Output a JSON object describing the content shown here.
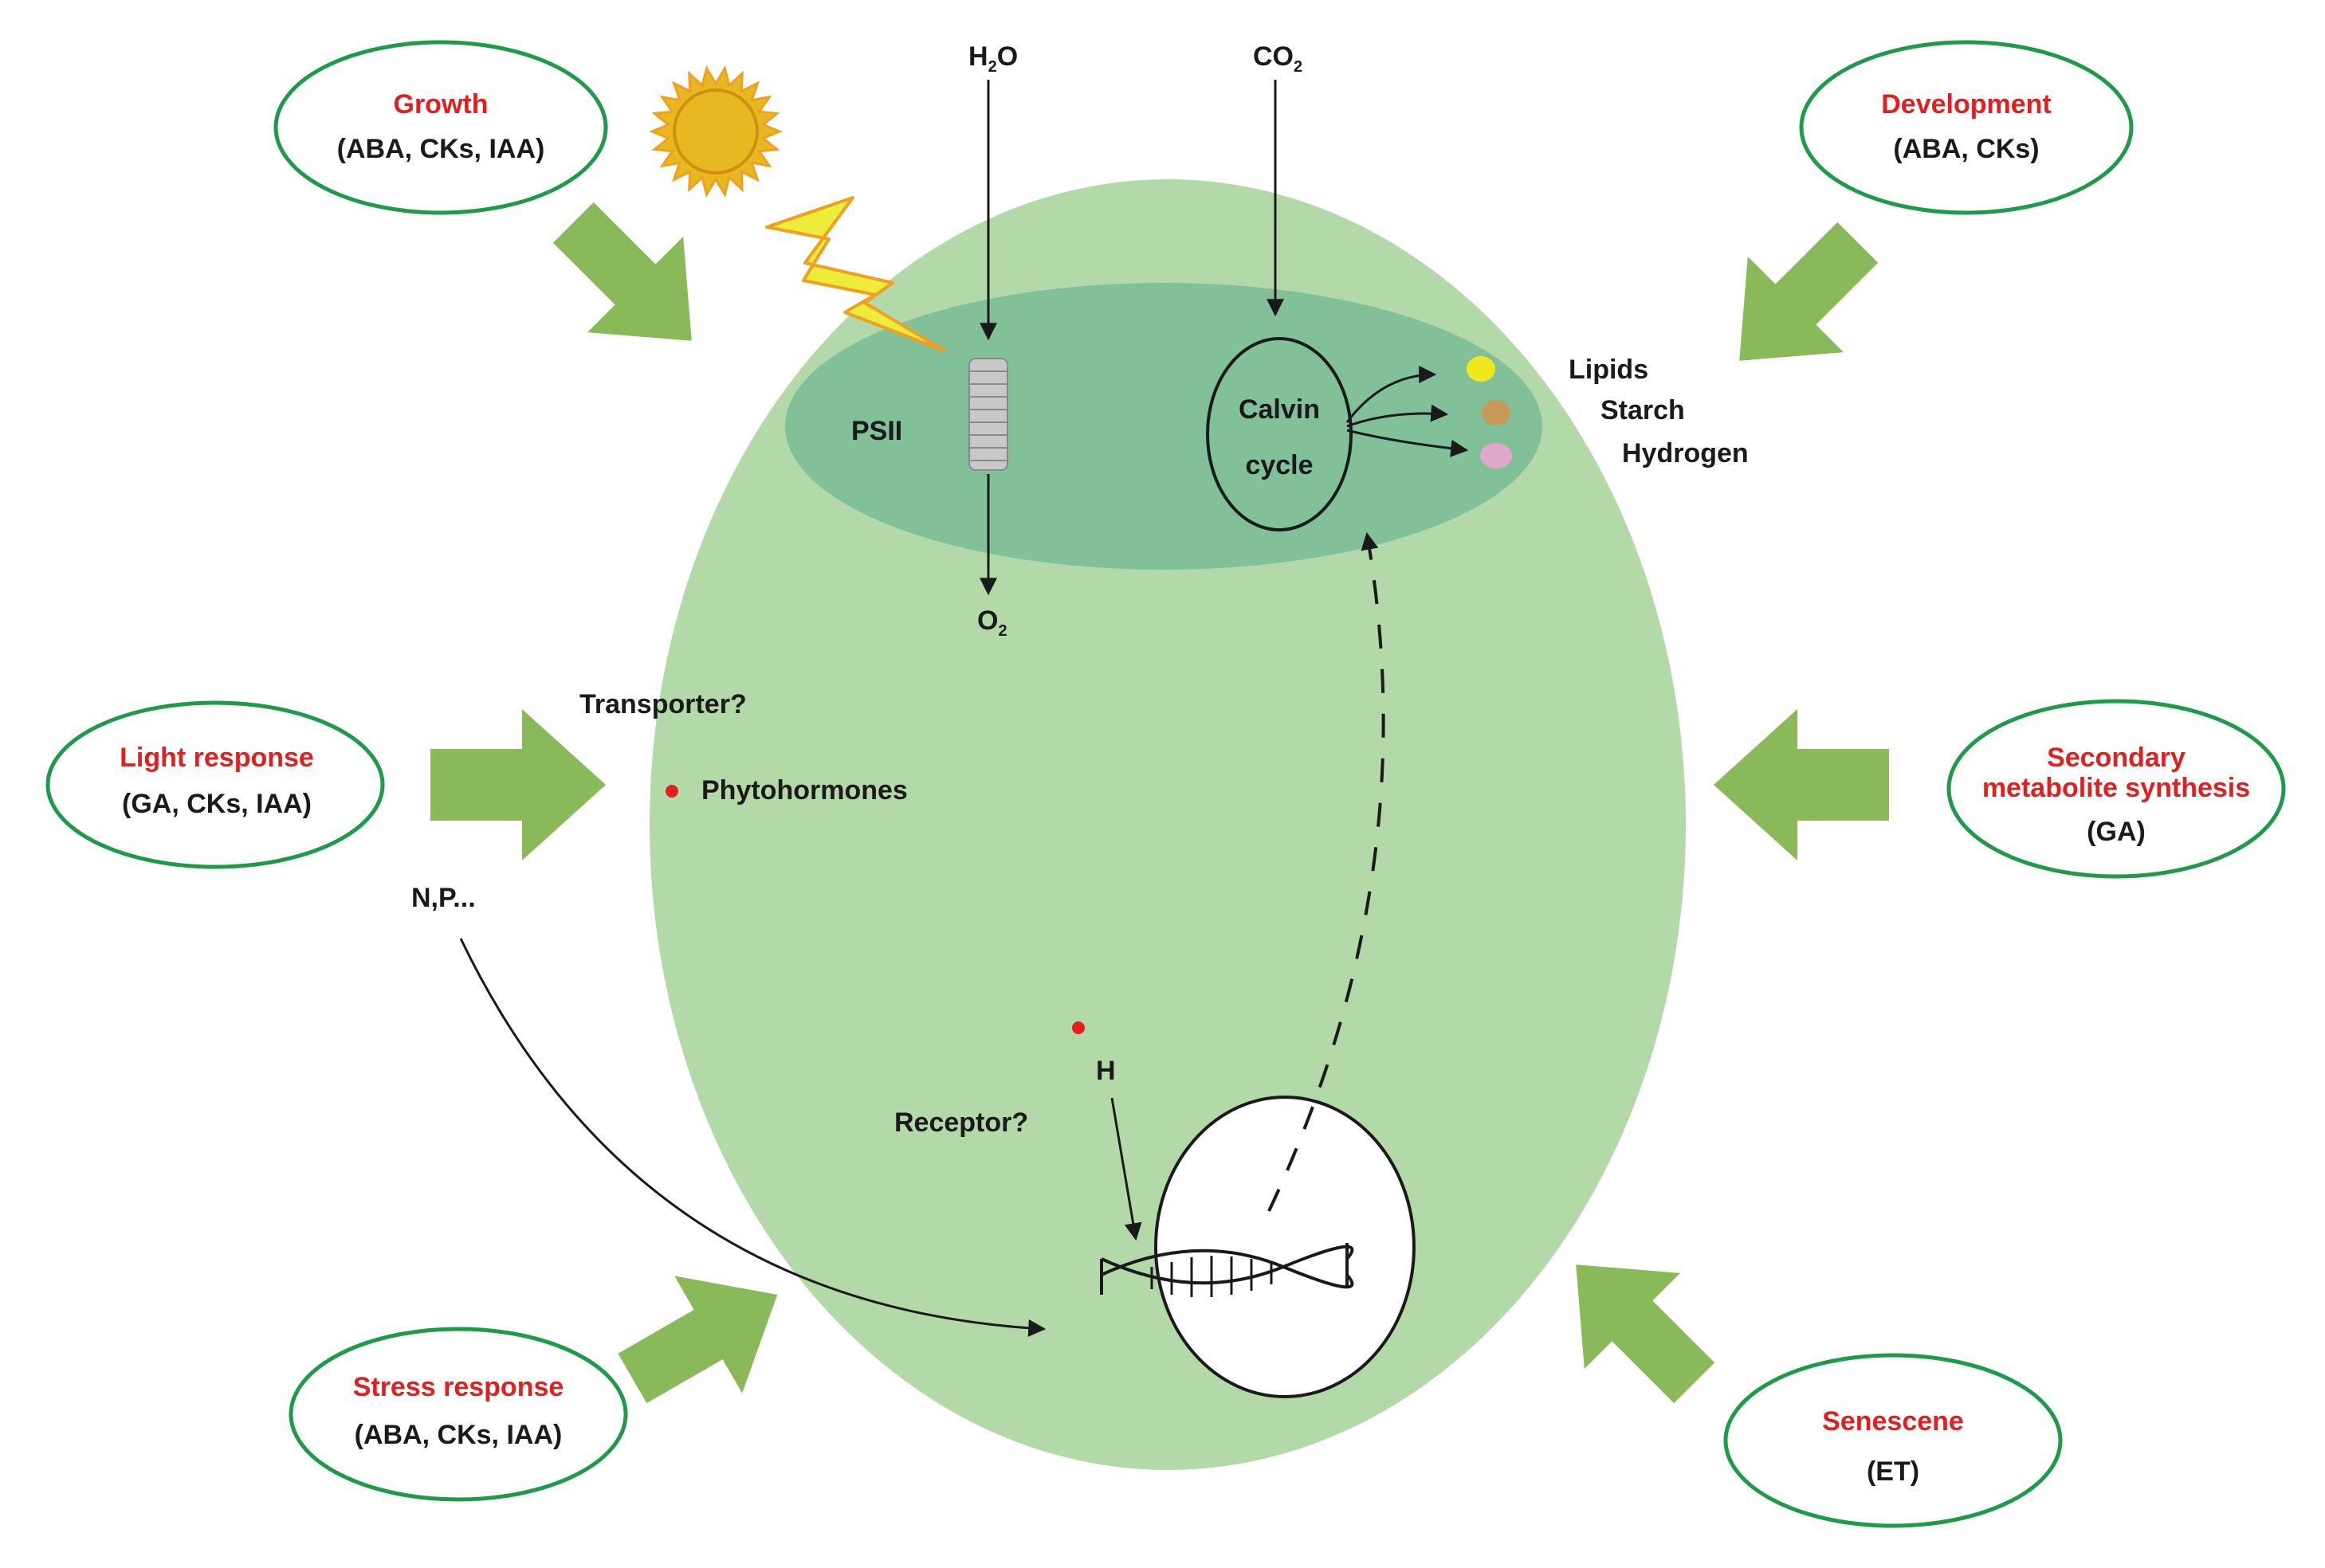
{
  "colors": {
    "cell_fill": "#b3d9a8",
    "chloroplast_fill": "#82c09a",
    "oval_border": "#1f9a4a",
    "arrow_green": "#8ab95a",
    "red_label": "#e0201f",
    "sun_fill": "#e8b820",
    "bolt_fill": "#ecec3a",
    "lipids_dot": "#f0e81a",
    "starch_dot": "#c89a5a",
    "hydrogen_dot": "#e0a8c8",
    "hormone_dot": "#e0201f"
  },
  "influences": {
    "growth": {
      "title": "Growth",
      "hormones": "(ABA, CKs, IAA)"
    },
    "development": {
      "title": "Development",
      "hormones": "(ABA, CKs)"
    },
    "light_response": {
      "title": "Light response",
      "hormones": "(GA, CKs, IAA)"
    },
    "secondary_metabolite": {
      "title_line1": "Secondary",
      "title_line2": "metabolite synthesis",
      "hormones": "(GA)"
    },
    "stress_response": {
      "title": "Stress response",
      "hormones": "(ABA, CKs, IAA)"
    },
    "senescence": {
      "title": "Senescene",
      "hormones": "(ET)"
    }
  },
  "chloroplast": {
    "psii": "PSII",
    "calvin_line1": "Calvin",
    "calvin_line2": "cycle",
    "h2o": {
      "base": "H",
      "sub": "2",
      "tail": "O"
    },
    "co2": {
      "base": "CO",
      "sub": "2"
    },
    "o2": {
      "base": "O",
      "sub": "2"
    },
    "products": [
      "Lipids",
      "Starch",
      "Hydrogen"
    ]
  },
  "cell": {
    "transporter": "Transporter?",
    "phytohormones": "Phytohormones",
    "nutrients": "N,P...",
    "hormone": "H",
    "receptor": "Receptor?"
  },
  "icons": [
    "sun-icon",
    "lightning-bolt-icon",
    "dna-helix-icon",
    "thylakoid-stack-icon"
  ]
}
